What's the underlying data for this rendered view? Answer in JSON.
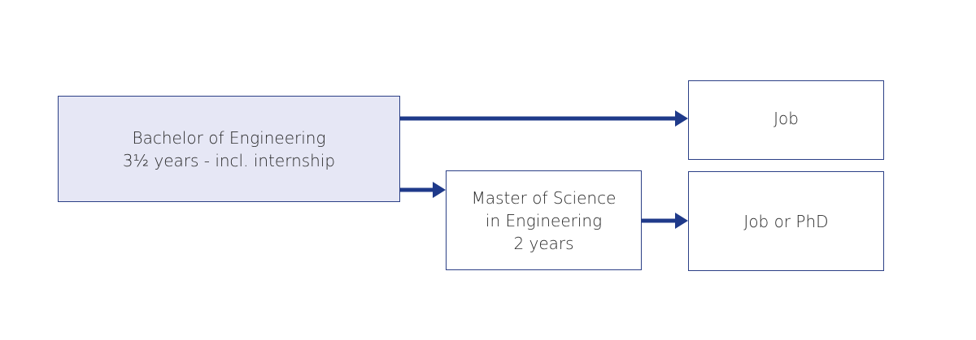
{
  "diagram": {
    "nodes": {
      "bachelor": {
        "lines": [
          "Bachelor of Engineering",
          "3½ years - incl. internship"
        ]
      },
      "master": {
        "lines": [
          "Master of Science",
          "in Engineering",
          "2 years"
        ]
      },
      "job": {
        "lines": [
          "Job"
        ]
      },
      "job_phd": {
        "lines": [
          "Job or PhD"
        ]
      }
    },
    "edges": [
      {
        "from": "bachelor",
        "to": "job"
      },
      {
        "from": "bachelor",
        "to": "master"
      },
      {
        "from": "master",
        "to": "job_phd"
      }
    ],
    "colors": {
      "arrow": "#1f3a8a",
      "box_border": "#2b3f86",
      "highlight_fill": "#e6e7f5"
    }
  }
}
